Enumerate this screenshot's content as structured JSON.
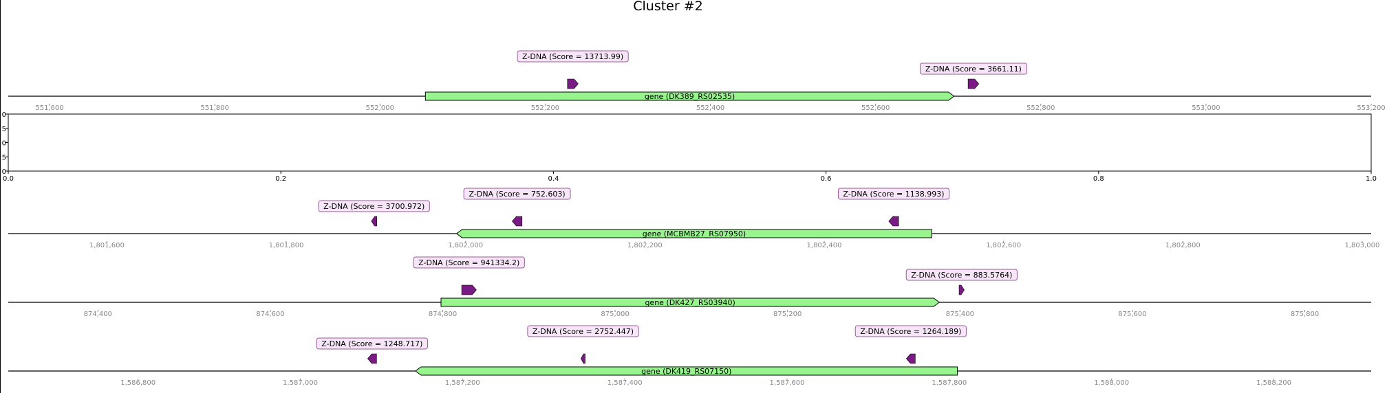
{
  "title": "Cluster #2",
  "colors": {
    "gene_fill": "#98f58e",
    "zdna_fill": "#7a1a85",
    "annotation_box": "#f7e6f7",
    "annotation_edge": "#9a5a9a",
    "track_line": "#000000",
    "tick_label": "#888888"
  },
  "chart_data": {
    "type": "gene-track",
    "title": "Cluster #2",
    "tracks": [
      {
        "xlim": [
          551550,
          553200
        ],
        "ticks": [
          551600,
          551800,
          552000,
          552200,
          552400,
          552600,
          552800,
          553000,
          553200
        ],
        "tick_labels": [
          "551,600",
          "551,800",
          "552,000",
          "552,200",
          "552,400",
          "552,600",
          "552,800",
          "553,000",
          "553,200"
        ],
        "features": [
          {
            "kind": "gene",
            "label": "gene (DK389_RS02535)",
            "start": 552055,
            "end": 552695,
            "strand": 1
          },
          {
            "kind": "zdna",
            "label": "Z-DNA (Score = 13713.99)",
            "start": 552227,
            "end": 552240,
            "strand": 1,
            "level": 2
          },
          {
            "kind": "zdna",
            "label": "Z-DNA (Score = 3661.11)",
            "start": 552712,
            "end": 552725,
            "strand": 1,
            "level": 1
          }
        ]
      },
      {
        "xlim": [
          1801490,
          1803010
        ],
        "ticks": [
          1801600,
          1801800,
          1802000,
          1802200,
          1802400,
          1802600,
          1802800,
          1803000
        ],
        "tick_labels": [
          "1,801,600",
          "1,801,800",
          "1,802,000",
          "1,802,200",
          "1,802,400",
          "1,802,600",
          "1,802,800",
          "1,803,000"
        ],
        "features": [
          {
            "kind": "gene",
            "label": "gene (MCBMB27_RS07950)",
            "start": 1801990,
            "end": 1802520,
            "strand": -1
          },
          {
            "kind": "zdna",
            "label": "Z-DNA (Score = 3700.972)",
            "start": 1801895,
            "end": 1801901,
            "strand": -1,
            "level": 1
          },
          {
            "kind": "zdna",
            "label": "Z-DNA (Score = 752.603)",
            "start": 1802052,
            "end": 1802063,
            "strand": -1,
            "level": 2
          },
          {
            "kind": "zdna",
            "label": "Z-DNA (Score = 1138.993)",
            "start": 1802472,
            "end": 1802483,
            "strand": -1,
            "level": 2
          }
        ]
      },
      {
        "xlim": [
          874296,
          875877
        ],
        "ticks": [
          874400,
          874600,
          874800,
          875000,
          875200,
          875400,
          875600,
          875800
        ],
        "tick_labels": [
          "874,400",
          "874,600",
          "874,800",
          "875,000",
          "875,200",
          "875,400",
          "875,600",
          "875,800"
        ],
        "features": [
          {
            "kind": "gene",
            "label": "gene (DK427_RS03940)",
            "start": 874798,
            "end": 875376,
            "strand": 1
          },
          {
            "kind": "zdna",
            "label": "Z-DNA (Score = 941334.2)",
            "start": 874822,
            "end": 874839,
            "strand": 1,
            "level": 2
          },
          {
            "kind": "zdna",
            "label": "Z-DNA (Score = 883.5764)",
            "start": 875399,
            "end": 875405,
            "strand": 1,
            "level": 1
          }
        ]
      },
      {
        "xlim": [
          1586640,
          1588320
        ],
        "ticks": [
          1586800,
          1587000,
          1587200,
          1587400,
          1587600,
          1587800,
          1588000,
          1588200
        ],
        "tick_labels": [
          "1,586,800",
          "1,587,000",
          "1,587,200",
          "1,587,400",
          "1,587,600",
          "1,587,800",
          "1,588,000",
          "1,588,200"
        ],
        "features": [
          {
            "kind": "gene",
            "label": "gene (DK419_RS07150)",
            "start": 1587142,
            "end": 1587810,
            "strand": -1
          },
          {
            "kind": "zdna",
            "label": "Z-DNA (Score = 1248.717)",
            "start": 1587083,
            "end": 1587094,
            "strand": -1,
            "level": 1
          },
          {
            "kind": "zdna",
            "label": "Z-DNA (Score = 2752.447)",
            "start": 1587346,
            "end": 1587351,
            "strand": -1,
            "level": 2
          },
          {
            "kind": "zdna",
            "label": "Z-DNA (Score = 1264.189)",
            "start": 1587747,
            "end": 1587758,
            "strand": -1,
            "level": 2
          }
        ]
      }
    ],
    "empty_axes": {
      "xlim": [
        0,
        1
      ],
      "xticks": [
        0.0,
        0.2,
        0.4,
        0.6,
        0.8,
        1.0
      ],
      "xtick_labels": [
        "0.0",
        "0.2",
        "0.4",
        "0.6",
        "0.8",
        "1.0"
      ],
      "ytick_labels": [
        "0",
        "5",
        "0",
        "5",
        "0"
      ]
    }
  }
}
